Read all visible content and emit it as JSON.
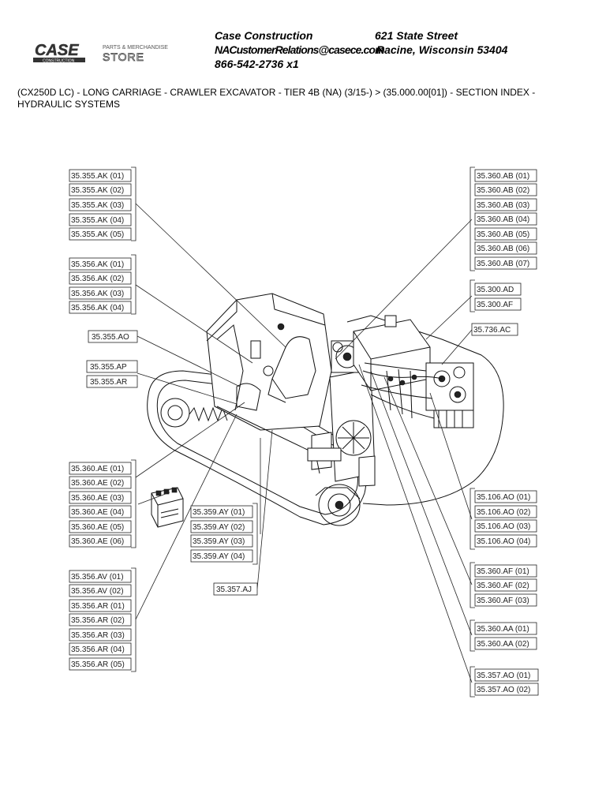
{
  "header": {
    "logo_text": "CASE",
    "logo_sub": "CONSTRUCTION",
    "store_text_top": "PARTS & MERCHANDISE",
    "store_text_bottom": "STORE",
    "company": "Case Construction",
    "street": "621 State Street",
    "email": "NACustomerRelations@casece.com",
    "city": "Racine, Wisconsin 53404",
    "phone": "866-542-2736 x1"
  },
  "breadcrumb": "(CX250D LC) - LONG CARRIAGE - CRAWLER EXCAVATOR - TIER 4B (NA) (3/15-) > (35.000.00[01]) - SECTION INDEX - HYDRAULIC SYSTEMS",
  "labels": {
    "g1": [
      "35.355.AK (01)",
      "35.355.AK (02)",
      "35.355.AK (03)",
      "35.355.AK (04)",
      "35.355.AK (05)"
    ],
    "g2": [
      "35.356.AK (01)",
      "35.356.AK (02)",
      "35.356.AK (03)",
      "35.356.AK (04)"
    ],
    "g3": [
      "35.355.AO"
    ],
    "g4": [
      "35.355.AP",
      "35.355.AR"
    ],
    "g5": [
      "35.360.AE (01)",
      "35.360.AE (02)",
      "35.360.AE (03)",
      "35.360.AE (04)",
      "35.360.AE (05)",
      "35.360.AE (06)"
    ],
    "g6": [
      "35.359.AY (01)",
      "35.359.AY (02)",
      "35.359.AY (03)",
      "35.359.AY (04)"
    ],
    "g7": [
      "35.357.AJ"
    ],
    "g8": [
      "35.356.AV (01)",
      "35.356.AV (02)",
      "35.356.AR (01)",
      "35.356.AR (02)",
      "35.356.AR (03)",
      "35.356.AR (04)",
      "35.356.AR (05)"
    ],
    "g9": [
      "35.360.AB (01)",
      "35.360.AB (02)",
      "35.360.AB (03)",
      "35.360.AB (04)",
      "35.360.AB (05)",
      "35.360.AB (06)",
      "35.360.AB (07)"
    ],
    "g10": [
      "35.300.AD",
      "35.300.AF"
    ],
    "g11": [
      "35.736.AC"
    ],
    "g12": [
      "35.106.AO (01)",
      "35.106.AO (02)",
      "35.106.AO (03)",
      "35.106.AO (04)"
    ],
    "g13": [
      "35.360.AF (01)",
      "35.360.AF (02)",
      "35.360.AF (03)"
    ],
    "g14": [
      "35.360.AA (01)",
      "35.360.AA (02)"
    ],
    "g15": [
      "35.357.AO (01)",
      "35.357.AO (02)"
    ]
  }
}
